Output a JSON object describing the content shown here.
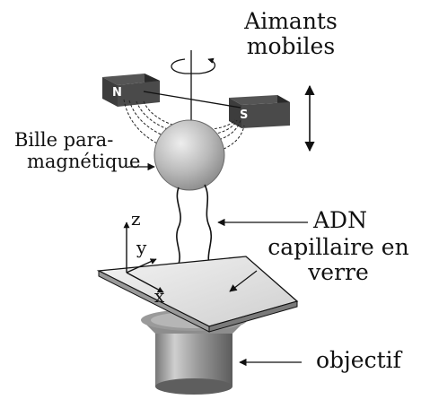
{
  "labels": {
    "magnets": [
      "Aimants",
      "mobiles"
    ],
    "bead": [
      "Bille para-",
      "magnétique"
    ],
    "dna": "ADN",
    "capillary": [
      "capillaire en",
      "verre"
    ],
    "objective": "objectif"
  },
  "magnets": {
    "north": "N",
    "south": "S"
  },
  "axes": {
    "x": "x",
    "y": "y",
    "z": "z"
  }
}
